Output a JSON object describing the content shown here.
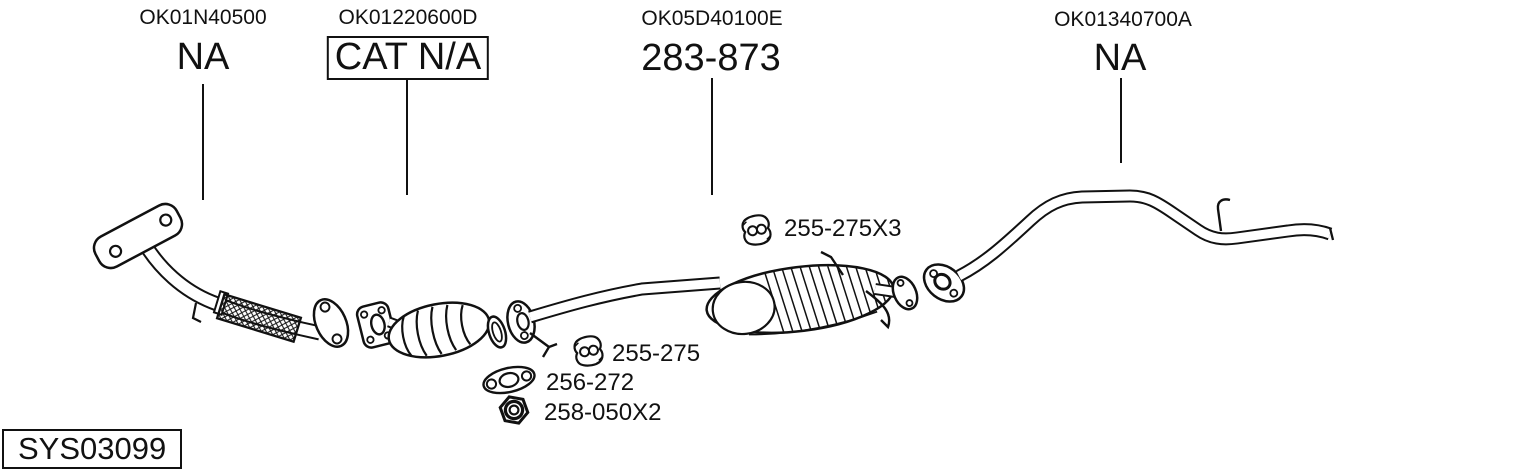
{
  "system_id": "SYS03099",
  "callouts": [
    {
      "code": "OK01N40500",
      "label": "NA"
    },
    {
      "code": "OK01220600D",
      "label": "CAT N/A"
    },
    {
      "code": "OK05D40100E",
      "label": "283-873"
    },
    {
      "code": "OK01340700A",
      "label": "NA"
    }
  ],
  "hardware": [
    {
      "part": "255-275X3",
      "icon": "rubber-hanger-icon"
    },
    {
      "part": "255-275",
      "icon": "rubber-hanger-icon"
    },
    {
      "part": "256-272",
      "icon": "flange-gasket-icon"
    },
    {
      "part": "258-050X2",
      "icon": "hex-nut-icon"
    }
  ],
  "colors": {
    "line": "#111111",
    "background": "#ffffff"
  }
}
